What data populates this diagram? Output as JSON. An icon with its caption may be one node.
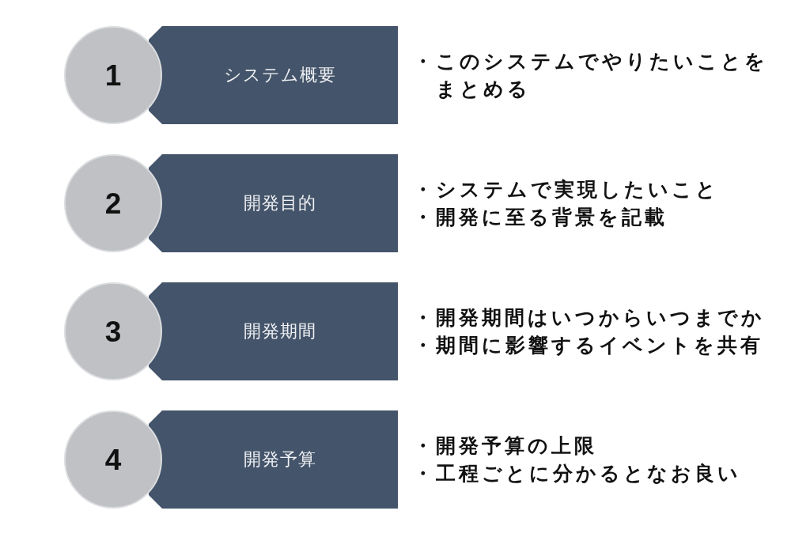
{
  "diagram": {
    "nodes": [
      {
        "text": [
          "1"
        ]
      },
      {
        "text": [
          "システム概要"
        ],
        "beside": [
          "・このシステムでやりたいことをまとめる"
        ]
      },
      {
        "text": [
          "2"
        ]
      },
      {
        "text": [
          "開発目的"
        ],
        "beside": [
          "・システムで実現したいこと",
          "・開発に至る背景を記載"
        ]
      },
      {
        "text": [
          "3"
        ]
      },
      {
        "text": [
          "開発期間"
        ],
        "beside": [
          "・開発期間はいつからいつまでか",
          "・期間に影響するイベントを共有"
        ]
      },
      {
        "text": [
          "4"
        ]
      },
      {
        "text": [
          "開発予算"
        ],
        "beside": [
          "・開発予算の上限",
          "・工程ごとに分かるとなお良い"
        ]
      }
    ],
    "edges": []
  }
}
